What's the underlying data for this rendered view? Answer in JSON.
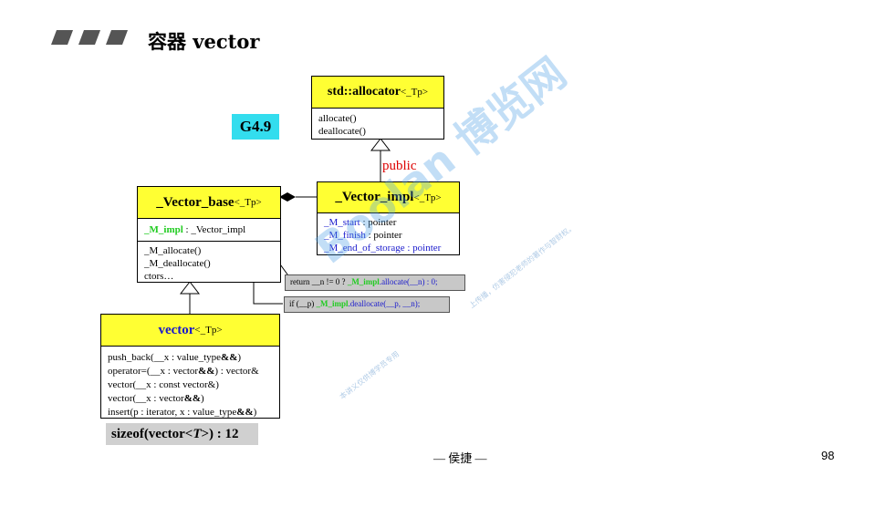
{
  "header": {
    "title": "容器 vector"
  },
  "badge": "G4.9",
  "allocator": {
    "name": "std::allocator",
    "tparam": "<_Tp>",
    "methods": [
      "allocate()",
      "deallocate()"
    ]
  },
  "relation_label": "public",
  "vector_impl": {
    "name": "_Vector_impl",
    "tparam": "<_Tp>",
    "members": [
      {
        "name": "_M_start",
        "type": " : pointer"
      },
      {
        "name": "_M_finish",
        "type": " : pointer"
      },
      {
        "name": "_M_end_of_storage",
        "type": " : pointer"
      }
    ]
  },
  "vector_base": {
    "name": "_Vector_base",
    "tparam": "<_Tp>",
    "member": {
      "name": "_M_impl",
      "type": " : _Vector_impl"
    },
    "methods": [
      "_M_allocate()",
      "_M_deallocate()",
      "ctors…"
    ]
  },
  "notes": {
    "allocate": {
      "pre": "return __n != 0 ? ",
      "impl": "_M_impl",
      "post": ".allocate(__n) : 0;"
    },
    "deallocate": {
      "pre": "if (__p) ",
      "impl": "_M_impl",
      "post": ".deallocate(__p, __n);"
    }
  },
  "vector": {
    "name": "vector",
    "tparam": "<_Tp>",
    "methods": [
      {
        "pre": "push_back(__x : value_type",
        "bold": "&&",
        "post": ")"
      },
      {
        "pre": "operator=(__x : vector",
        "bold": "&&",
        "post": ") : vector&"
      },
      {
        "pre": "vector(__x : const vector&)",
        "bold": "",
        "post": ""
      },
      {
        "pre": "vector(__x : vector",
        "bold": "&&",
        "post": ")"
      },
      {
        "pre": "insert(p : iterator, x : value_type",
        "bold": "&&",
        "post": ")"
      }
    ]
  },
  "sizeof": {
    "pre": "sizeof(vector<",
    "t": "T",
    "post": ">) : 12"
  },
  "footer": "— 侯捷 —",
  "page_number": "98",
  "watermark": {
    "main": "Boolan 博览网",
    "small1": "本讲义仅供博学员专用",
    "small2": "上传播，仿害侵犯老师的著作与智财权。"
  }
}
